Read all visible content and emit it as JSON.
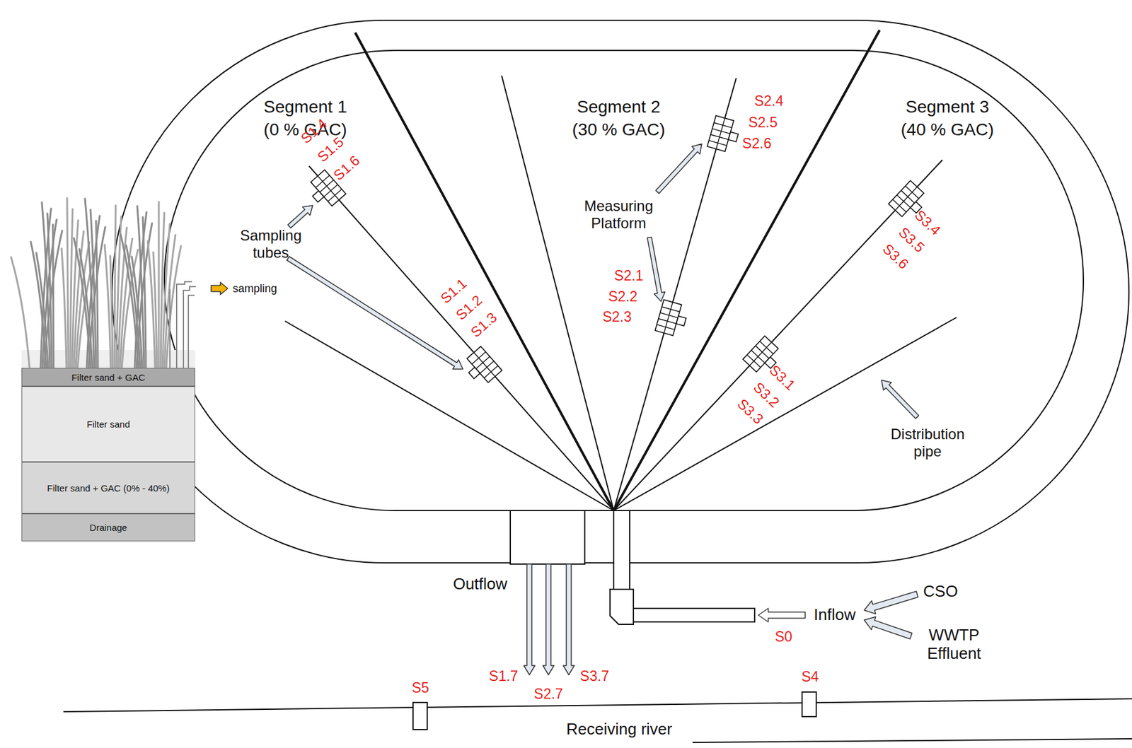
{
  "diagram": {
    "nodes": [
      {
        "text": [
          "Filter sand + GAC"
        ]
      },
      {
        "text": [
          "Filter sand"
        ]
      },
      {
        "text": [
          "Filter sand + GAC (0% - 40%)"
        ]
      },
      {
        "text": [
          "Drainage"
        ]
      }
    ],
    "labels": [
      "Segment 1",
      "(0 % GAC)",
      "Segment 2",
      "(30 % GAC)",
      "Segment 3",
      "(40 % GAC)",
      "S1.4",
      "S1.5",
      "S1.6",
      "S1.1",
      "S1.2",
      "S1.3",
      "S2.4",
      "S2.5",
      "S2.6",
      "S2.1",
      "S2.2",
      "S2.3",
      "S3.4",
      "S3.5",
      "S3.6",
      "S3.1",
      "S3.2",
      "S3.3",
      "Sampling tubes",
      "sampling",
      "Measuring Platform",
      "Distribution pipe",
      "Outflow",
      "S1.7",
      "S2.7",
      "S3.7",
      "Inflow",
      "S0",
      "CSO",
      "WWTP Effluent",
      "S4",
      "S5",
      "Receiving river"
    ]
  }
}
